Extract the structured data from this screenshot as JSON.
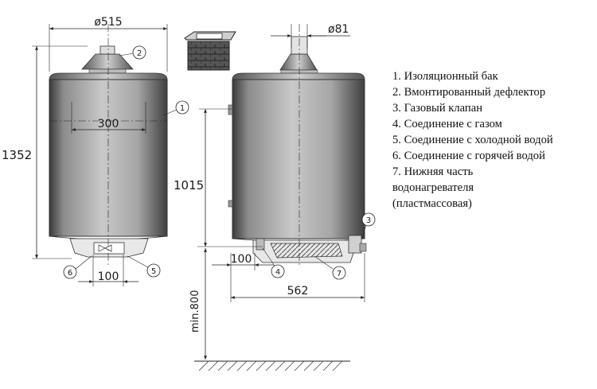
{
  "dimensions": {
    "left_diameter": "ø515",
    "right_diameter": "ø81",
    "height_total": "1352",
    "spacing_top": "300",
    "spacing_bottom_left": "100",
    "height_connection": "1015",
    "offset_right": "100",
    "depth": "562",
    "min_floor": "min.800"
  },
  "callouts": {
    "c1": "1",
    "c2": "2",
    "c3": "3",
    "c4": "4",
    "c5": "5",
    "c6": "6",
    "c7": "7"
  },
  "legend": [
    "1. Изоляционный бак",
    "2. Вмонтированный дефлектор",
    "3. Газовый клапан",
    "4. Соединение с газом",
    "5. Соединение с холодной водой",
    "6. Соединение с горячей водой",
    "7. Нижняя часть",
    "водонагревателя",
    "(пластмассовая)"
  ]
}
